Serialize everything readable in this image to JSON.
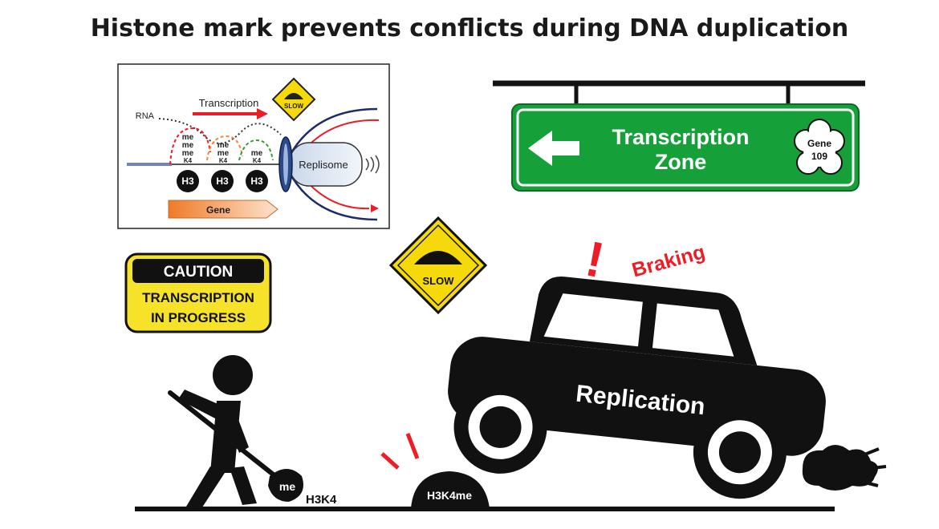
{
  "title": "Histone mark prevents conflicts during DNA duplication",
  "inset": {
    "rna_label": "RNA",
    "transcription_label": "Transcription",
    "slow_label": "SLOW",
    "me_label": "me",
    "k4_label": "K4",
    "histone_label": "H3",
    "replisome_label": "Replisome",
    "gene_label": "Gene"
  },
  "sign": {
    "line1": "Transcription",
    "line2": "Zone",
    "badge_line1": "Gene",
    "badge_line2": "109"
  },
  "caution": {
    "header": "CAUTION",
    "line1": "TRANSCRIPTION",
    "line2": "IN PROGRESS"
  },
  "slow_sign": {
    "label": "SLOW"
  },
  "braking": {
    "exclamation": "!",
    "label": "Braking"
  },
  "car": {
    "label": "Replication"
  },
  "worker": {
    "shovel_label": "me",
    "ground_label": "H3K4"
  },
  "bump": {
    "label": "H3K4me"
  },
  "colors": {
    "sign_green": "#16a03a",
    "caution_yellow": "#f7e22a",
    "diamond_yellow": "#f5d90a",
    "braking_red": "#ee1c24",
    "gene_orange": "#f08a3c",
    "replisome_blue": "#2b4a8b"
  }
}
